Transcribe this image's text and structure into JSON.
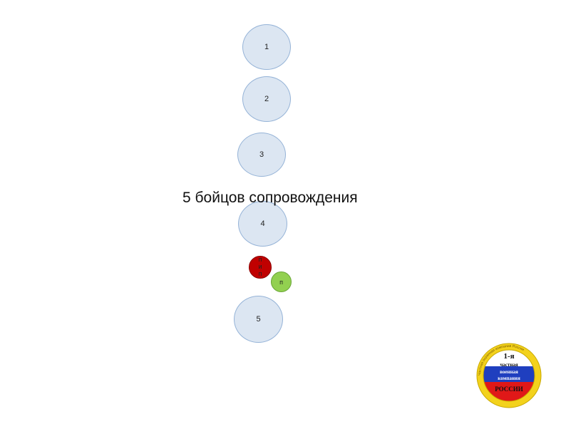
{
  "caption": "5 бойцов сопровождения",
  "circles": [
    {
      "label": "1"
    },
    {
      "label": "2"
    },
    {
      "label": "3"
    },
    {
      "label": "4"
    },
    {
      "label": "5"
    }
  ],
  "vip": {
    "letters": [
      "п",
      "и",
      "п"
    ],
    "color": "#c00000"
  },
  "guard": {
    "label": "п",
    "color": "#92d050"
  },
  "node_fill": "#dce6f2",
  "node_stroke": "#95b3d7",
  "emblem": {
    "line1": "1-я",
    "line2": "частная",
    "line3": "военная",
    "line4": "компания",
    "line5": "РОССИИ",
    "ring_text": "Частная охранная компания России"
  }
}
